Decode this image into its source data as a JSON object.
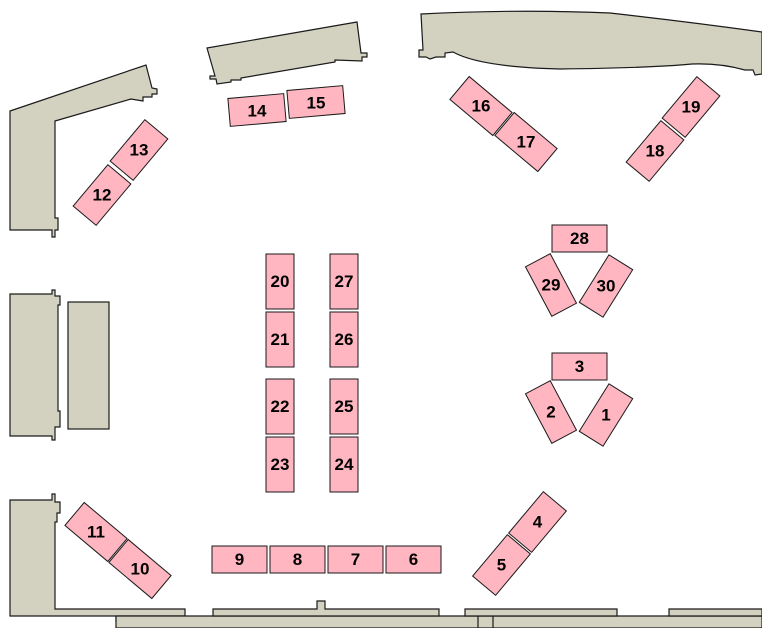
{
  "plan": {
    "colors": {
      "table_fill": "#FFB6C1",
      "wall_fill": "#D3D2C0",
      "outline": "#1a1a1a",
      "background": "#FFFFFF"
    },
    "tables": [
      {
        "id": "1",
        "label": "1"
      },
      {
        "id": "2",
        "label": "2"
      },
      {
        "id": "3",
        "label": "3"
      },
      {
        "id": "4",
        "label": "4"
      },
      {
        "id": "5",
        "label": "5"
      },
      {
        "id": "6",
        "label": "6"
      },
      {
        "id": "7",
        "label": "7"
      },
      {
        "id": "8",
        "label": "8"
      },
      {
        "id": "9",
        "label": "9"
      },
      {
        "id": "10",
        "label": "10"
      },
      {
        "id": "11",
        "label": "11"
      },
      {
        "id": "12",
        "label": "12"
      },
      {
        "id": "13",
        "label": "13"
      },
      {
        "id": "14",
        "label": "14"
      },
      {
        "id": "15",
        "label": "15"
      },
      {
        "id": "16",
        "label": "16"
      },
      {
        "id": "17",
        "label": "17"
      },
      {
        "id": "18",
        "label": "18"
      },
      {
        "id": "19",
        "label": "19"
      },
      {
        "id": "20",
        "label": "20"
      },
      {
        "id": "21",
        "label": "21"
      },
      {
        "id": "22",
        "label": "22"
      },
      {
        "id": "23",
        "label": "23"
      },
      {
        "id": "24",
        "label": "24"
      },
      {
        "id": "25",
        "label": "25"
      },
      {
        "id": "26",
        "label": "26"
      },
      {
        "id": "27",
        "label": "27"
      },
      {
        "id": "28",
        "label": "28"
      },
      {
        "id": "29",
        "label": "29"
      },
      {
        "id": "30",
        "label": "30"
      }
    ]
  }
}
